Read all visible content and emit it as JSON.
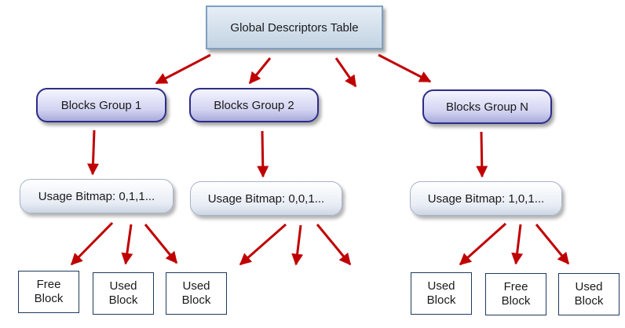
{
  "root": {
    "label": "Global Descriptors Table"
  },
  "groups": [
    {
      "label": "Blocks Group 1",
      "bitmap": "Usage Bitmap: 0,1,1...",
      "blocks": [
        [
          "Free",
          "Block"
        ],
        [
          "Used",
          "Block"
        ],
        [
          "Used",
          "Block"
        ]
      ]
    },
    {
      "label": "Blocks Group 2",
      "bitmap": "Usage Bitmap: 0,0,1..."
    },
    {
      "label": "Blocks Group N",
      "bitmap": "Usage Bitmap: 1,0,1...",
      "blocks": [
        [
          "Used",
          "Block"
        ],
        [
          "Free",
          "Block"
        ],
        [
          "Used",
          "Block"
        ]
      ]
    }
  ],
  "colors": {
    "arrow": "#c00000",
    "group_border": "#2d2d88",
    "root_border": "#7f9fc0",
    "block_border": "#1e3a5c"
  }
}
